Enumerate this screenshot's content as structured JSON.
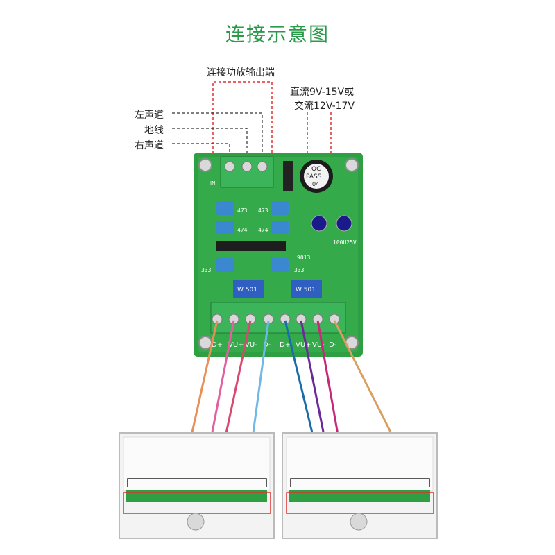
{
  "title": "连接示意图",
  "labels": {
    "amp_output": "连接功放输出端",
    "power_dc": "直流9V-15V或",
    "power_ac": "交流12V-17V",
    "left_channel": "左声道",
    "ground": "地线",
    "right_channel": "右声道"
  },
  "board": {
    "input_marker": "IN",
    "cap_codes": [
      "473",
      "473",
      "474",
      "474",
      "333",
      "333"
    ],
    "pot_labels": [
      "W 501",
      "W 501"
    ],
    "transistor": "9013",
    "capacitor_rating": "100U25V",
    "relay_text": [
      "QC",
      "PASS",
      "04"
    ],
    "output_terminals": [
      "D+",
      "VU+",
      "VU-",
      "D-",
      "D+",
      "VU+",
      "VU-",
      "D-"
    ]
  },
  "colors": {
    "pcb": "#2ea043",
    "terminal": "#3cb45a",
    "accent_title": "#2a9a4a",
    "guide_dash": "#e03030",
    "wires": [
      "#e8905a",
      "#e060a0",
      "#d84870",
      "#70b8e8",
      "#1a6ea8",
      "#6a2a9a",
      "#c82878",
      "#d8a060"
    ]
  }
}
